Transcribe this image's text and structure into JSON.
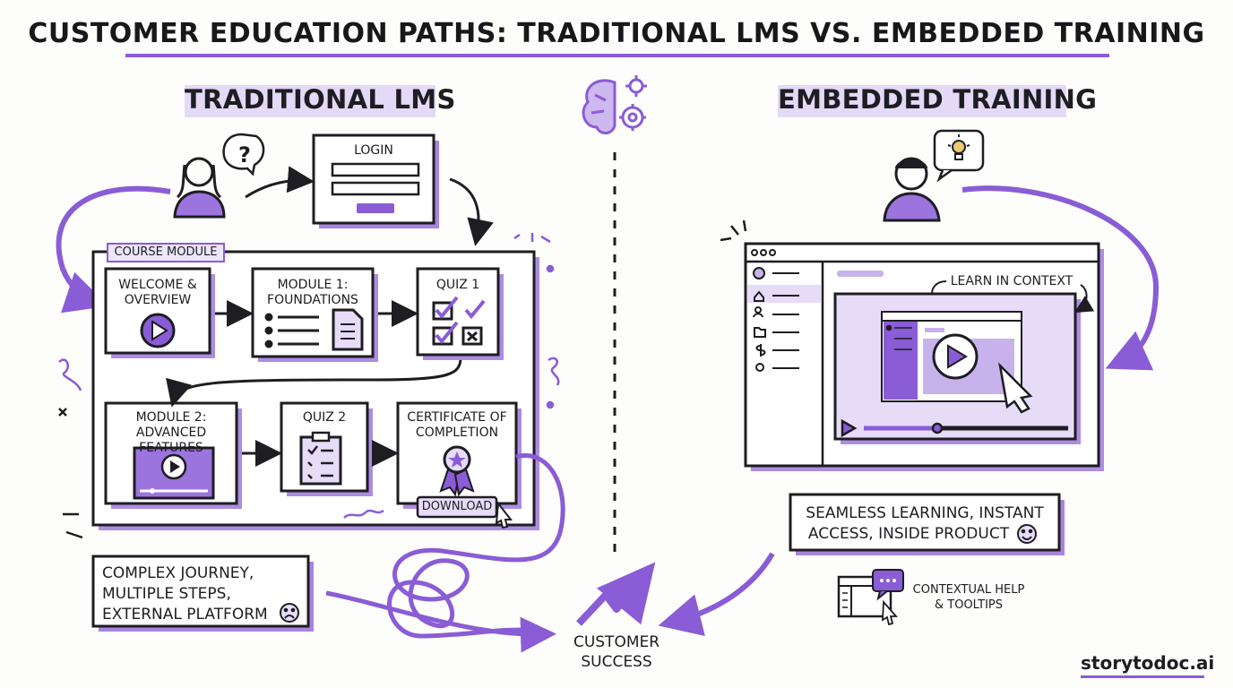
{
  "title": "CUSTOMER EDUCATION PATHS: TRADITIONAL LMS vs. EMBEDDED TRAINING",
  "left": {
    "heading": "TRADITIONAL LMS",
    "login_label": "LOGIN",
    "course_module_label": "COURSE MODULE",
    "steps": {
      "welcome": "WELCOME & OVERVIEW",
      "module1": "MODULE 1: FOUNDATIONS",
      "quiz1": "QUIZ 1",
      "module2": "MODULE 2: ADVANCED FEATURES",
      "quiz2": "QUIZ 2",
      "certificate": "CERTIFICATE OF COMPLETION",
      "download": "DOWNLOAD"
    },
    "summary": [
      "COMPLEX JOURNEY,",
      "MULTIPLE STEPS,",
      "EXTERNAL PLATFORM"
    ]
  },
  "right": {
    "heading": "EMBEDDED TRAINING",
    "learn_in_context": "LEARN IN CONTEXT",
    "summary": [
      "SEAMLESS LEARNING, INSTANT",
      "ACCESS, INSIDE PRODUCT"
    ],
    "help": [
      "CONTEXTUAL HELP",
      "& TOOLTIPS"
    ]
  },
  "outcome": [
    "CUSTOMER",
    "SUCCESS"
  ],
  "brand": "storytodoc.ai",
  "colors": {
    "accent": "#8a5cd6",
    "accent_light": "#e6dcf7",
    "ink": "#1d1d22"
  }
}
